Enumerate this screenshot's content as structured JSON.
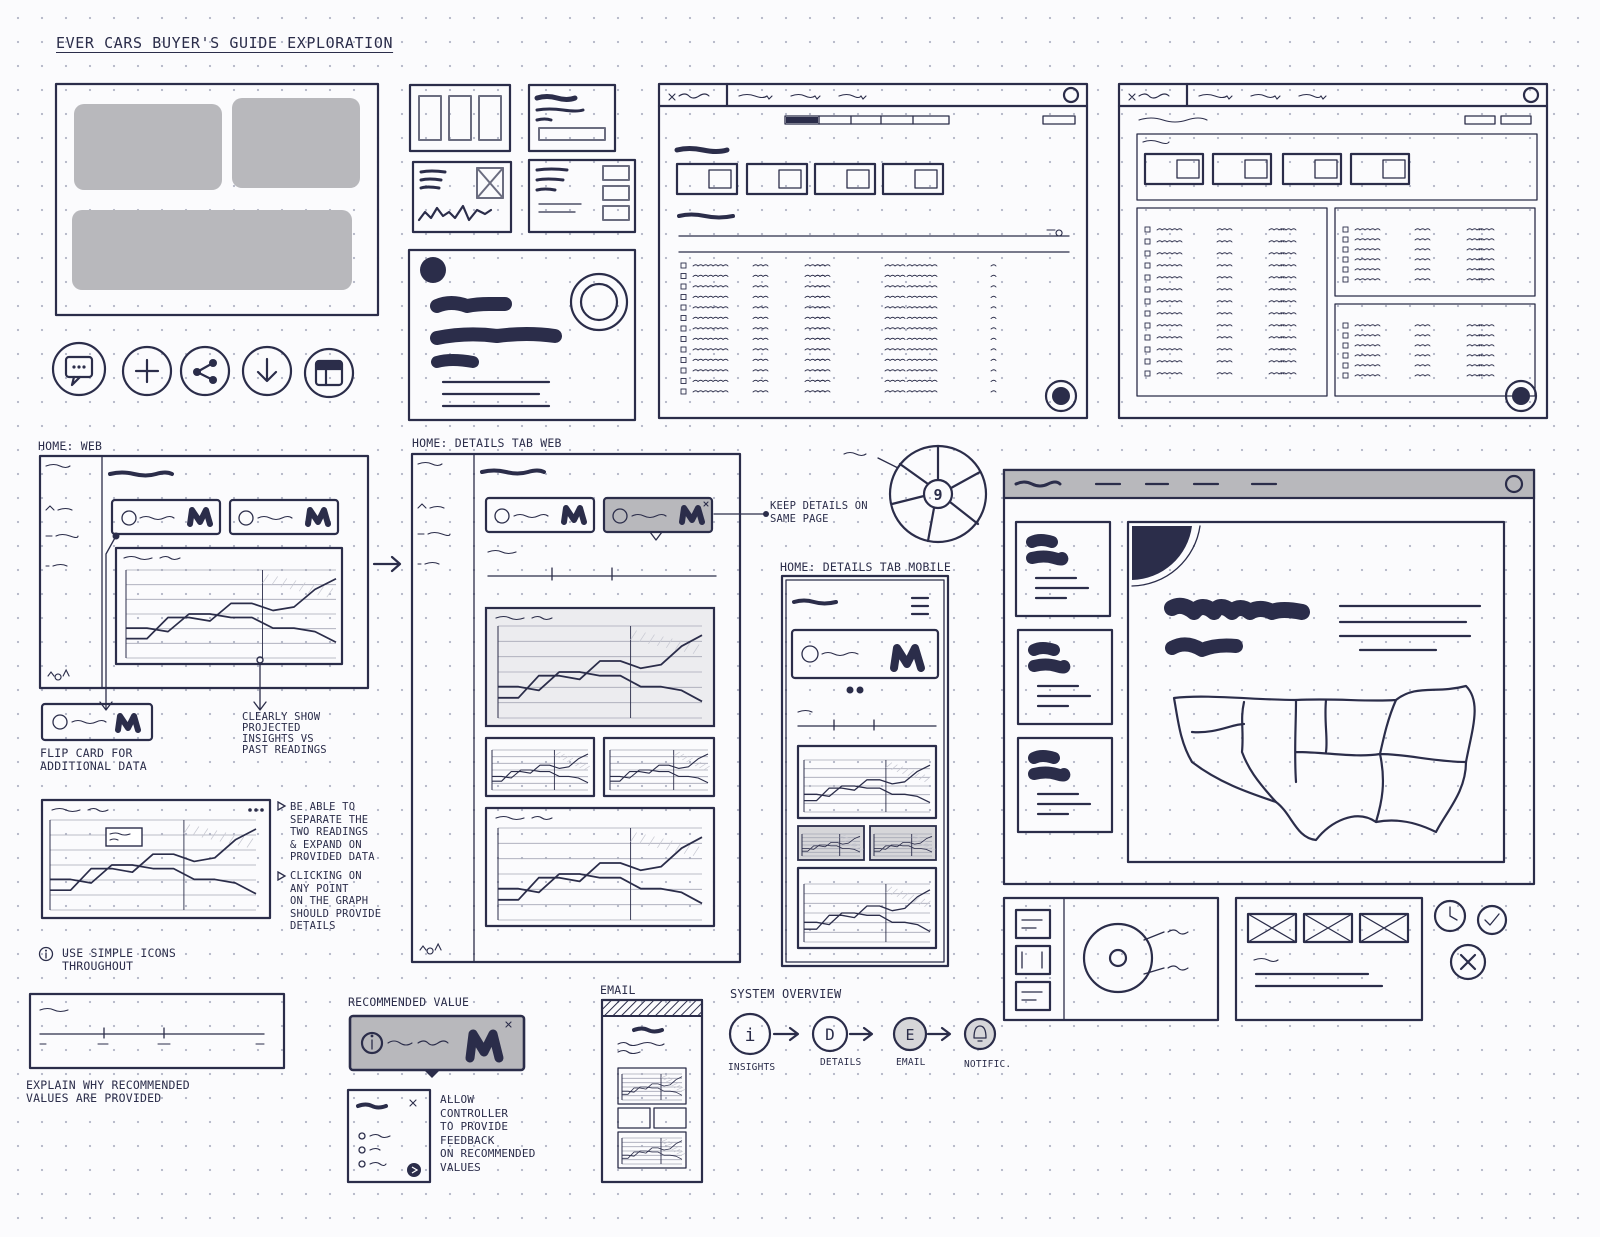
{
  "page": {
    "title": "EVER CARS BUYER'S GUIDE EXPLORATION"
  },
  "sections": {
    "home_web": "HOME: WEB",
    "details_tab_web": "HOME: DETAILS TAB WEB",
    "details_tab_mobile": "HOME: DETAILS TAB MOBILE",
    "recommended_value": "RECOMMENDED VALUE",
    "email": "EMAIL",
    "system_overview": "SYSTEM OVERVIEW"
  },
  "notes": {
    "flip_card": "FLIP CARD FOR\nADDITIONAL DATA",
    "clearly_show": "CLEARLY SHOW\nPROJECTED\nINSIGHTS VS\nPAST READINGS",
    "keep_details": "KEEP DETAILS ON\nSAME PAGE",
    "be_able": "BE ABLE TO\nSEPARATE THE\nTWO READINGS\n& EXPAND ON\nPROVIDED DATA",
    "clicking": "CLICKING ON\nANY POINT\nON THE GRAPH\nSHOULD PROVIDE\nDETAILS",
    "simple_icons": "USE SIMPLE ICONS\nTHROUGHOUT",
    "explain": "EXPLAIN WHY RECOMMENDED\nVALUES ARE PROVIDED",
    "allow": "ALLOW\nCONTROLLER\nTO PROVIDE\nFEEDBACK\nON RECOMMENDED\nVALUES"
  },
  "flow": {
    "steps": [
      {
        "glyph": "i",
        "label": "INSIGHTS"
      },
      {
        "glyph": "D",
        "label": "DETAILS"
      },
      {
        "glyph": "E",
        "label": "EMAIL"
      },
      {
        "glyph": "bell",
        "label": "NOTIFIC."
      }
    ]
  },
  "donut": {
    "center_value": "9"
  },
  "icons": [
    "chat-icon",
    "plus-icon",
    "share-icon",
    "download-icon",
    "layout-icon"
  ],
  "colors": {
    "ink": "#2b2d4a",
    "gray_block": "#b8b8bc",
    "light_gray": "#d6d6d9"
  }
}
